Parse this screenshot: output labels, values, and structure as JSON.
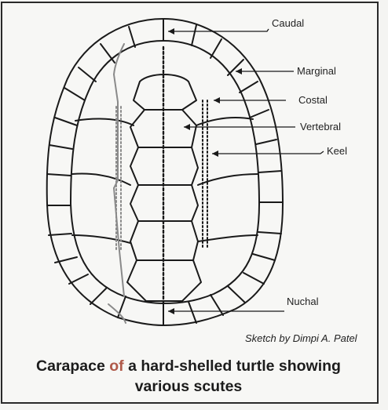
{
  "labels": {
    "caudal": "Caudal",
    "marginal": "Marginal",
    "costal": "Costal",
    "vertebral": "Vertebral",
    "keel": "Keel",
    "nuchal": "Nuchal"
  },
  "credit": "Sketch by Dimpi A. Patel",
  "caption": {
    "line1_before": "Carapace ",
    "line1_accent": "of",
    "line1_after": " a hard-shelled turtle showing",
    "line2": "various scutes"
  },
  "colors": {
    "ink": "#1a1a1a",
    "accent": "#b05a4a",
    "gray_outline": "#8a8a8a"
  }
}
